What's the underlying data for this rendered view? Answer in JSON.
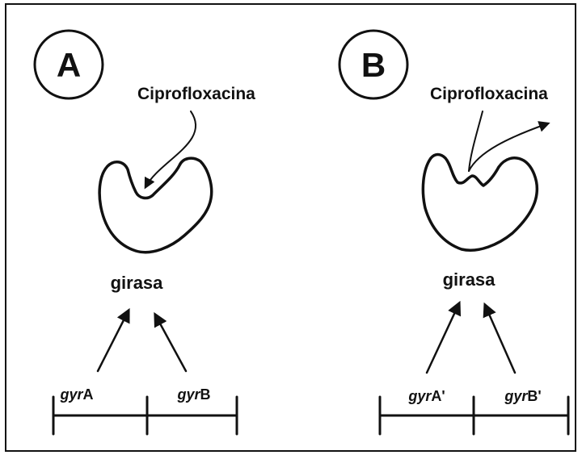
{
  "colors": {
    "line": "#111111",
    "background": "#ffffff"
  },
  "panels": [
    {
      "id": "A",
      "label": "A",
      "drug_label": "Ciprofloxacina",
      "enzyme_label": "girasa",
      "genes": [
        {
          "italic": "gyr",
          "suffix": "A"
        },
        {
          "italic": "gyr",
          "suffix": "B"
        }
      ]
    },
    {
      "id": "B",
      "label": "B",
      "drug_label": "Ciprofloxacina",
      "enzyme_label": "girasa",
      "genes": [
        {
          "italic": "gyr",
          "suffix": "A'"
        },
        {
          "italic": "gyr",
          "suffix": "B'"
        }
      ]
    }
  ]
}
